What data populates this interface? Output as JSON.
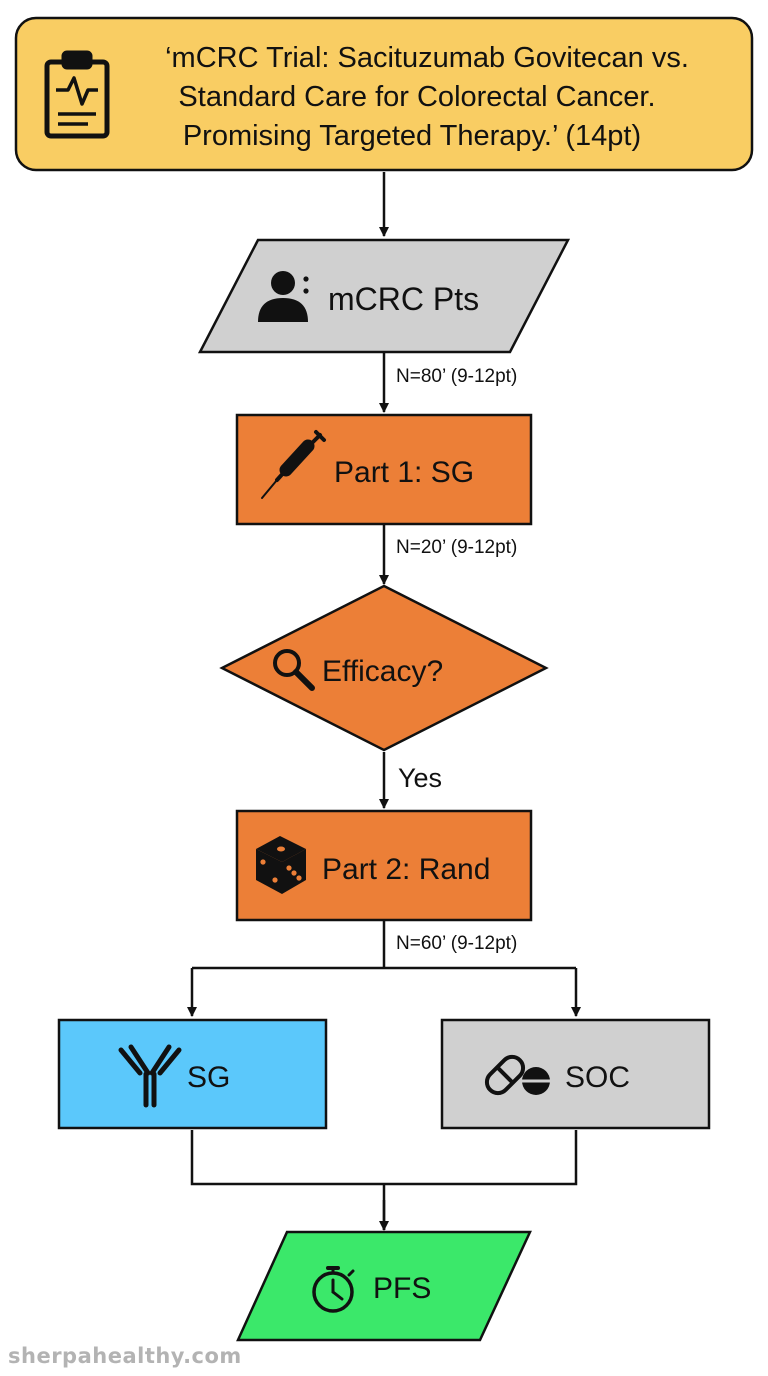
{
  "header": {
    "line1": "‘mCRC Trial: Sacituzumab Govitecan vs.",
    "line2": "Standard Care for Colorectal Cancer.",
    "line3": "Promising Targeted Therapy.’ (14pt)",
    "icon": "clipboard-icon",
    "color": "#f9cd63"
  },
  "nodes": {
    "patients": {
      "label": "mCRC Pts",
      "icon": "patients-icon",
      "color": "#d0d0d0"
    },
    "part1": {
      "label": "Part 1: SG",
      "icon": "syringe-icon",
      "color": "#ec7f37"
    },
    "efficacy": {
      "label": "Efficacy?",
      "icon": "magnifier-icon",
      "color": "#ec7f37"
    },
    "part2": {
      "label": "Part 2: Rand",
      "icon": "dice-icon",
      "color": "#ec7f37"
    },
    "sg": {
      "label": "SG",
      "icon": "antibody-icon",
      "color": "#5bc8fb"
    },
    "soc": {
      "label": "SOC",
      "icon": "pills-icon",
      "color": "#d0d0d0"
    },
    "pfs": {
      "label": "PFS",
      "icon": "stopwatch-icon",
      "color": "#3be86a"
    }
  },
  "edges": {
    "n80": "N=80’ (9-12pt)",
    "n20": "N=20’ (9-12pt)",
    "yes": "Yes",
    "n60": "N=60’ (9-12pt)"
  },
  "watermark": "sherpahealthy.com"
}
